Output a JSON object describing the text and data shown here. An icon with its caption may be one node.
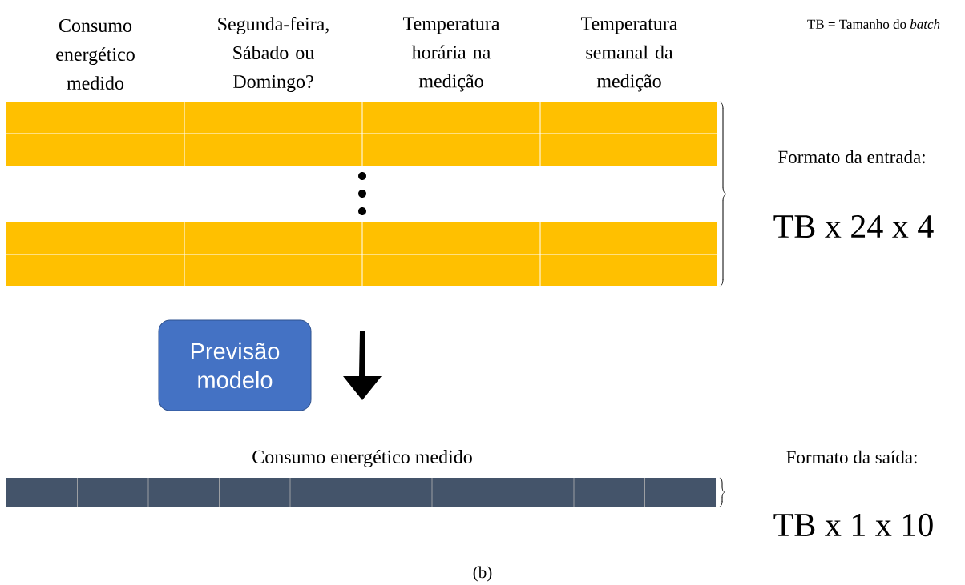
{
  "diagram": {
    "caption": "(b)",
    "nodes": [
      {
        "text": [
          "Previsão modelo"
        ]
      }
    ],
    "labels": [
      "Consumo energético medido",
      "Segunda-feira, Sábado ou Domingo?",
      "Temperatura horária na medição",
      "Temperatura semanal da medição",
      "TB = Tamanho do *batch*",
      "Formato da entrada:",
      "TB x 24 x 4",
      "Consumo energético medido",
      "Formato da saída:",
      "TB x 1 x 10"
    ]
  }
}
